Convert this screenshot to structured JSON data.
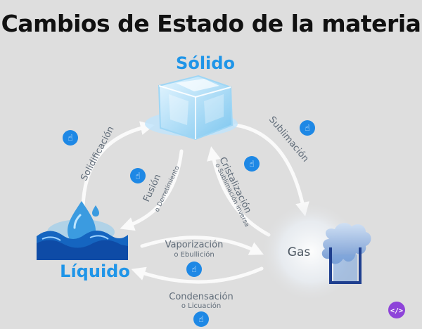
{
  "title": "Cambios de Estado de la materia",
  "states": {
    "solid": "Sólido",
    "liquid": "Líquido",
    "gas": "Gas"
  },
  "transitions": {
    "solidification": {
      "label": "Solidificación",
      "sub": ""
    },
    "sublimation": {
      "label": "Sublimación",
      "sub": ""
    },
    "fusion": {
      "label": "Fusión",
      "sub": "o Derretimiento"
    },
    "crystallization": {
      "label": "Cristalización",
      "sub": "o Sublimación inversa"
    },
    "vaporization": {
      "label": "Vaporización",
      "sub": "o Ebullición"
    },
    "condensation": {
      "label": "Condensación",
      "sub": "o Licuación"
    }
  },
  "colors": {
    "background": "#dedede",
    "accent": "#1f95e8",
    "arrow": "#ffffff",
    "hotspot": "#1e88e5",
    "embed": "#8e44d9"
  },
  "icons": {
    "hotspot": "pointing-hand-icon",
    "embed": "code-icon"
  }
}
